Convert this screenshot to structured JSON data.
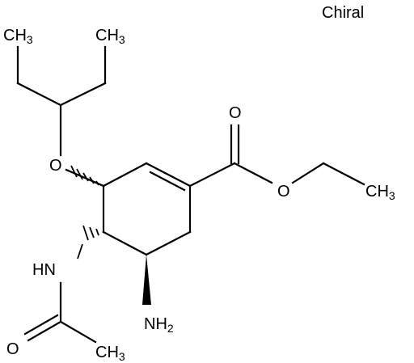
{
  "chirality_label": "Chiral",
  "atoms": {
    "ch3_top_left": {
      "main": "CH",
      "sub": "3"
    },
    "ch3_top_right": {
      "main": "CH",
      "sub": "3"
    },
    "ether_o": {
      "main": "O"
    },
    "carbonyl_o": {
      "main": "O"
    },
    "ester_o": {
      "main": "O"
    },
    "ch3_ethyl": {
      "main": "CH",
      "sub": "3"
    },
    "amide_nh": {
      "main": "HN"
    },
    "acetyl_o": {
      "main": "O"
    },
    "ch3_acetyl": {
      "main": "CH",
      "sub": "3"
    },
    "amine_nh2": {
      "main": "NH",
      "sub": "2"
    }
  }
}
